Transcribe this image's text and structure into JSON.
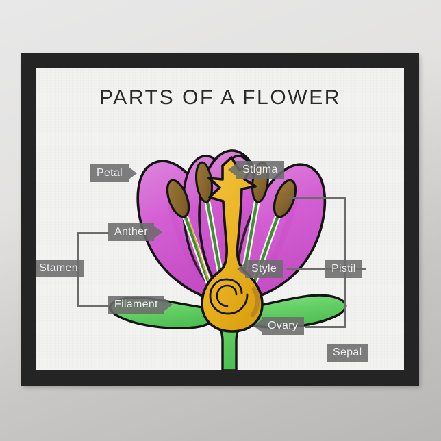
{
  "poster": {
    "title": "PARTS OF A FLOWER",
    "frame_color": "#242424",
    "paper_color": "#f2f2f0",
    "backdrop_color": "#c9c7c5"
  },
  "diagram": {
    "subject": "flower-anatomy-cross-section",
    "label_box_color": "#6c6c6c",
    "label_text_color": "#f0eff0",
    "connector_color": "#6c6c6c",
    "palette": {
      "petal": "#d45fd4",
      "petal_light": "#dd8ddd",
      "petal_shadow": "#b93fb9",
      "anther": "#8b6a2e",
      "filament": "#3f8f2f",
      "pistil": "#edb52a",
      "sepal": "#6bd36b",
      "outline": "#141414"
    },
    "labels": [
      {
        "id": "petal",
        "text": "Petal",
        "side": "left"
      },
      {
        "id": "anther",
        "text": "Anther",
        "side": "left"
      },
      {
        "id": "stamen",
        "text": "Stamen",
        "side": "left"
      },
      {
        "id": "filament",
        "text": "Filament",
        "side": "left"
      },
      {
        "id": "stigma",
        "text": "Stigma",
        "side": "right"
      },
      {
        "id": "style",
        "text": "Style",
        "side": "right"
      },
      {
        "id": "ovary",
        "text": "Ovary",
        "side": "right"
      },
      {
        "id": "pistil",
        "text": "Pistil",
        "side": "right"
      },
      {
        "id": "sepal",
        "text": "Sepal",
        "side": "right"
      }
    ],
    "groupings": [
      {
        "group": "Stamen",
        "members": [
          "Anther",
          "Filament"
        ]
      },
      {
        "group": "Pistil",
        "members": [
          "Stigma",
          "Style",
          "Ovary"
        ]
      }
    ]
  }
}
